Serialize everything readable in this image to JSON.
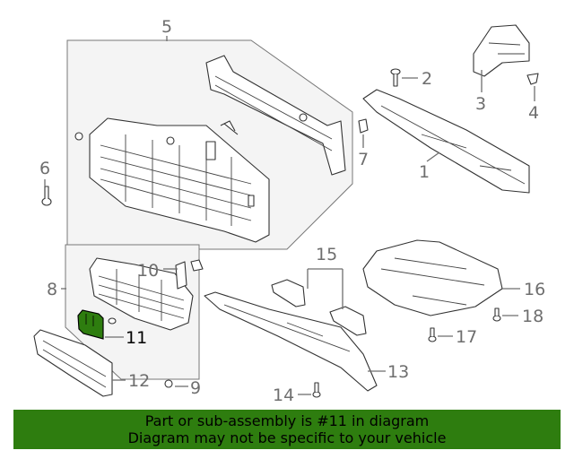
{
  "callouts": {
    "c1": "1",
    "c2": "2",
    "c3": "3",
    "c4": "4",
    "c5": "5",
    "c6": "6",
    "c7": "7",
    "c8": "8",
    "c9": "9",
    "c10": "10",
    "c11": "11",
    "c12": "12",
    "c13": "13",
    "c14": "14",
    "c15": "15",
    "c16": "16",
    "c17": "17",
    "c18": "18"
  },
  "highlight": {
    "part": "11",
    "color": "#2e7d0f"
  },
  "banner": {
    "line1": "Part or sub-assembly is #11 in diagram",
    "line2": "Diagram may not be specific to your vehicle",
    "color": "#2e7d0f"
  }
}
